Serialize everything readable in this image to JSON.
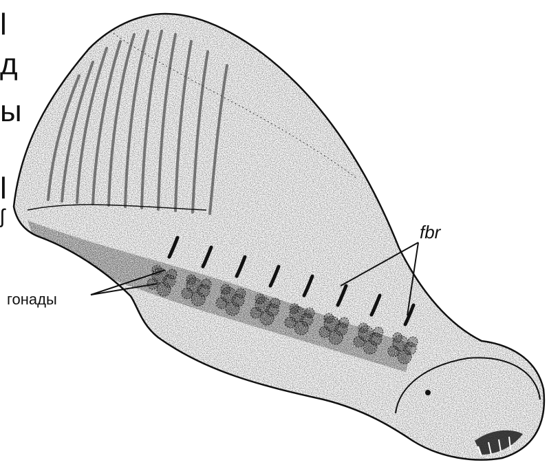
{
  "labels": {
    "fbr": "fbr",
    "gonads": "гонады"
  },
  "edge_fragments": [
    "l",
    "д",
    "ы",
    "l",
    "ʃ"
  ],
  "colors": {
    "ink": "#111111",
    "background": "#ffffff"
  },
  "figure": {
    "subject": "hand-drawn stippled illustration of a tapering animal body with pairs of gill slits and clustered gonads",
    "gill_slit_count": 8,
    "gonad_cluster_count": 8
  }
}
